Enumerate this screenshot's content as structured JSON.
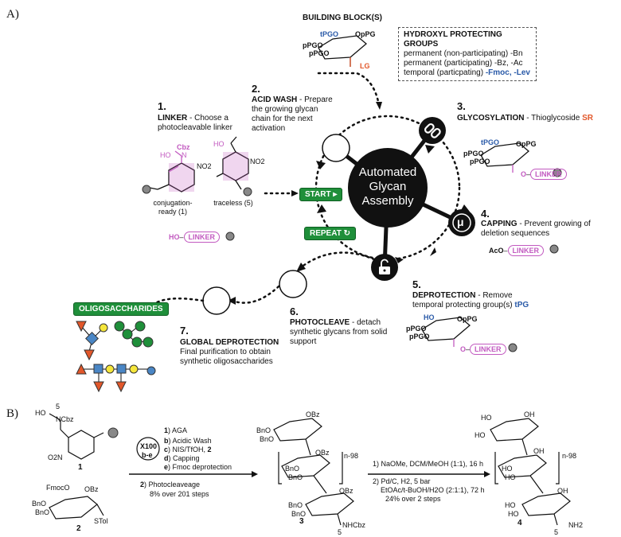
{
  "panel_a": {
    "label": "A)",
    "center": {
      "line1": "Automated",
      "line2": "Glycan",
      "line3": "Assembly"
    },
    "building_block": {
      "title": "BUILDING BLOCK(S)",
      "group_t": "tPGO",
      "group_o": "OpPG",
      "group_p1": "pPGO",
      "group_p2": "pPGO",
      "lg": "LG"
    },
    "hpg": {
      "title": "HYDROXYL PROTECTING GROUPS",
      "line1": "permanent (non-participating) -Bn",
      "line2": "permanent (participating) -Bz, -Ac",
      "line3_prefix": "temporal (particpating)",
      "line3_groups": "-Fmoc, -Lev"
    },
    "step1": {
      "num": "1.",
      "title": "LINKER",
      "desc": " - Choose a photocleavable linker",
      "cbz": "Cbz",
      "ho": "HO",
      "n": "N",
      "no2a": "NO2",
      "no2b": "NO2",
      "ho2": "HO",
      "label_a": "conjugation-ready (1)",
      "label_b": "traceless (5)",
      "linker_ho": "HO",
      "linker_label": "LINKER"
    },
    "step2": {
      "num": "2.",
      "title": "ACID WASH",
      "desc": " - Prepare the growing glycan chain for the next activation"
    },
    "step3": {
      "num": "3.",
      "title": "GLYCOSYLATION",
      "desc": " - Thioglycoside ",
      "sr": "SR",
      "group_t": "tPGO",
      "group_o": "OpPG",
      "group_p1": "pPGO",
      "group_p2": "pPGO",
      "o": "O",
      "linker_label": "LINKER"
    },
    "step4": {
      "num": "4.",
      "title": "CAPPING",
      "desc": " - Prevent growing of deletion sequences",
      "aco": "AcO",
      "linker_label": "LINKER",
      "mu": "μ"
    },
    "step5": {
      "num": "5.",
      "title": "DEPROTECTION",
      "desc": " - Remove temporal protecting group(s) ",
      "tpg": "tPG",
      "ho": "HO",
      "group_o": "OpPG",
      "group_p1": "pPGO",
      "group_p2": "pPGO",
      "o": "O",
      "linker_label": "LINKER"
    },
    "step6": {
      "num": "6.",
      "title": "PHOTOCLEAVE",
      "desc": " - detach synthetic glycans from solid support"
    },
    "step7": {
      "num": "7.",
      "title": "GLOBAL DEPROTECTION",
      "desc": "Final purification to obtain synthetic oligosaccharides"
    },
    "start_label": "START",
    "repeat_label": "REPEAT",
    "oligo_label": "OLIGOSACCHARIDES"
  },
  "panel_b": {
    "label": "B)",
    "cmpd1": {
      "num": "1",
      "ho": "HO",
      "sub5": "5",
      "ncbz": "NCbz",
      "o2n": "O2N"
    },
    "cmpd2": {
      "num": "2",
      "fmoco": "FmocO",
      "obz": "OBz",
      "bno1": "BnO",
      "bno2": "BnO",
      "stol": "STol"
    },
    "cond1": {
      "s1n": "1",
      "s1": ") AGA",
      "loop_x": "X100",
      "loop_be": "b-e",
      "b": "b",
      "b_text": ") Acidic Wash",
      "c": "c",
      "c_text": ") NIS/TfOH, ",
      "c_bold": "2",
      "d": "d",
      "d_text": ") Capping",
      "e": "e",
      "e_text": ") Fmoc deprotection",
      "s2n": "2",
      "s2": ") Photocleaveage",
      "yield": "8% over 201 steps"
    },
    "cmpd3": {
      "num": "3",
      "obz_top": "OBz",
      "bno_a": "BnO",
      "bno_b": "BnO",
      "obz_mid": "OBz",
      "bno_c": "BnO",
      "bno_d": "BnO",
      "n98": "n-98",
      "obz_bot": "OBz",
      "bno_e": "BnO",
      "bno_f": "BnO",
      "nhcbz": "NHCbz",
      "sub5": "5"
    },
    "cond2": {
      "l1": "1) NaOMe, DCM/MeOH (1:1), 16 h",
      "l2": "2) Pd/C, H2, 5 bar",
      "l3": "EtOAc/t-BuOH/H2O (2:1:1), 72 h",
      "l4": "24% over 2 steps"
    },
    "cmpd4": {
      "num": "4",
      "ho_a": "HO",
      "oh_a": "OH",
      "ho_b": "HO",
      "oh_b": "OH",
      "n98": "n-98",
      "ho_c": "HO",
      "ho_d": "HO",
      "oh_c": "OH",
      "ho_e": "HO",
      "ho_f": "HO",
      "nh2": "NH2",
      "sub5": "5"
    }
  }
}
